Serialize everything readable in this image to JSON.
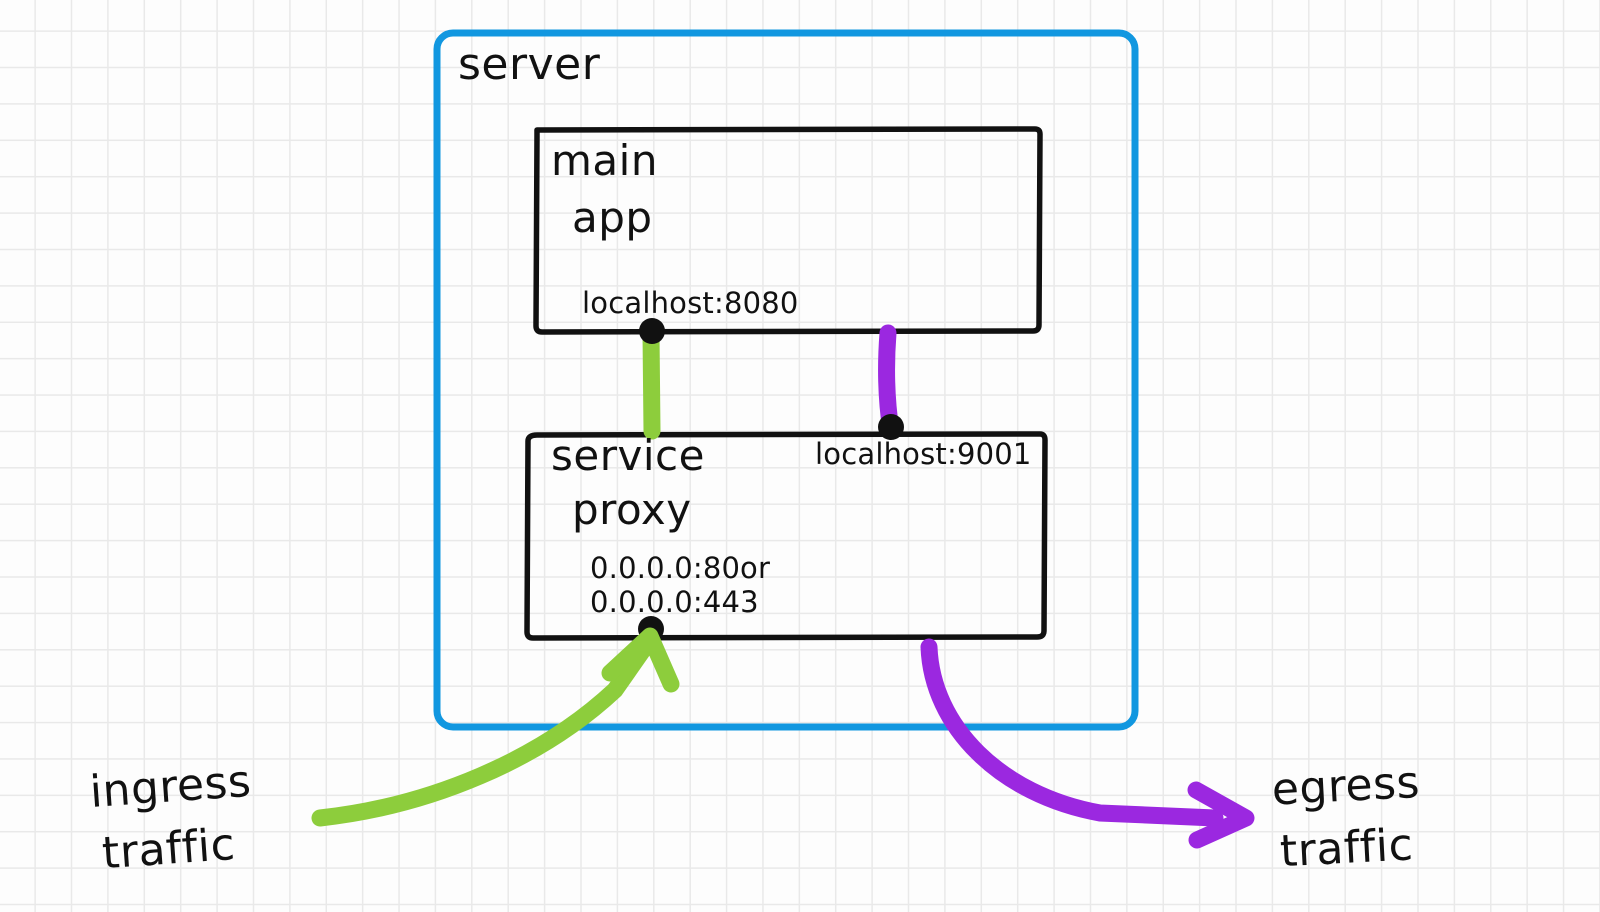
{
  "diagram": {
    "title": "server",
    "colors": {
      "server_border": "#1197e0",
      "box_border": "#111111",
      "ingress": "#8dcd3c",
      "egress": "#9b28e0",
      "node_dot": "#111111",
      "grid": "#e9e9e9",
      "background": "#fdfdfd"
    },
    "server_boundary": {
      "label": "server"
    },
    "boxes": [
      {
        "id": "main-app",
        "title_line1": "main",
        "title_line2": "app",
        "address": "localhost:8080"
      },
      {
        "id": "service-proxy",
        "title_line1": "service",
        "title_line2": "proxy",
        "address_right": "localhost:9001",
        "address_line1": "0.0.0.0:80",
        "address_conjunction": "or",
        "address_line2": "0.0.0.0:443"
      }
    ],
    "edges": [
      {
        "id": "ingress-edge",
        "label_line1": "ingress",
        "label_line2": "traffic",
        "color": "#8dcd3c",
        "direction": "inbound"
      },
      {
        "id": "egress-edge",
        "label_line1": "egress",
        "label_line2": "traffic",
        "color": "#9b28e0",
        "direction": "outbound"
      }
    ],
    "connectors": [
      {
        "id": "app-to-proxy-ingress",
        "color": "#8dcd3c"
      },
      {
        "id": "proxy-to-app-egress",
        "color": "#9b28e0"
      }
    ]
  }
}
